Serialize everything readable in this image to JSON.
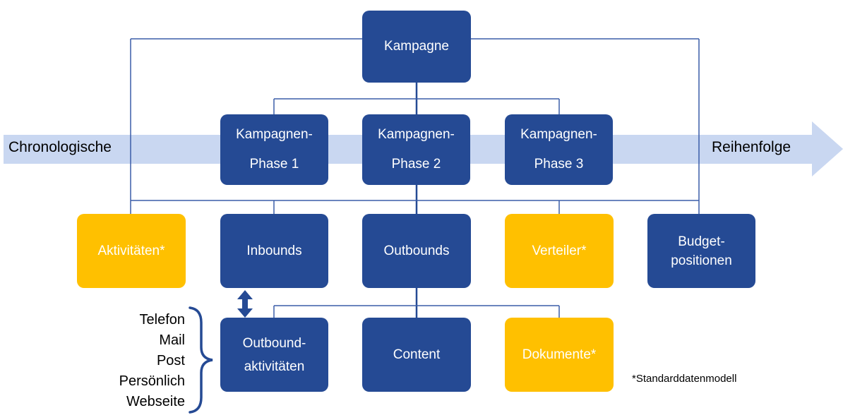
{
  "colors": {
    "node_primary": "#254a94",
    "node_highlight": "#ffc000",
    "timeline_band": "#c9d7f1",
    "connector": "#3a5da8",
    "node_text": "#ffffff",
    "label_text": "#000000"
  },
  "timeline": {
    "left_label": "Chronologische",
    "right_label": "Reihenfolge"
  },
  "nodes": {
    "kampagne": {
      "line1": "Kampagne"
    },
    "phase1": {
      "line1": "Kampagnen-",
      "line2": "Phase 1"
    },
    "phase2": {
      "line1": "Kampagnen-",
      "line2": "Phase 2"
    },
    "phase3": {
      "line1": "Kampagnen-",
      "line2": "Phase 3"
    },
    "aktivitaeten": {
      "line1": "Aktivitäten*"
    },
    "inbounds": {
      "line1": "Inbounds"
    },
    "outbounds": {
      "line1": "Outbounds"
    },
    "verteiler": {
      "line1": "Verteiler*"
    },
    "budgetpositionen": {
      "line1": "Budget-",
      "line2": "positionen"
    },
    "outboundaktivitaeten": {
      "line1": "Outbound-",
      "line2": "aktivitäten"
    },
    "content": {
      "line1": "Content"
    },
    "dokumente": {
      "line1": "Dokumente*"
    }
  },
  "channels": {
    "items": [
      "Telefon",
      "Mail",
      "Post",
      "Persönlich",
      "Webseite"
    ]
  },
  "footnote": "*Standarddatenmodell",
  "icons": {
    "timeline_arrowhead": "right-pointing-triangle",
    "bidirectional_arrow": "double-headed-vertical-arrow",
    "curly_brace": "right-pointing-curly-brace"
  }
}
